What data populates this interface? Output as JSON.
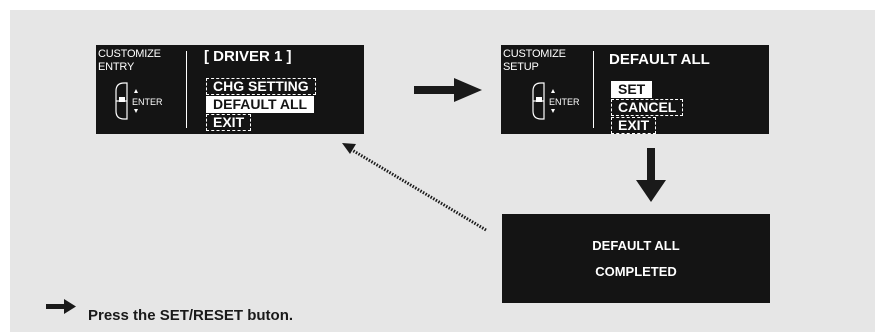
{
  "screen1": {
    "label_line1": "CUSTOMIZE",
    "label_line2": "ENTRY",
    "enter_label": "ENTER",
    "heading": "[ DRIVER 1 ]",
    "items": [
      "CHG SETTING",
      "DEFAULT ALL",
      "EXIT"
    ],
    "selected_index": 1
  },
  "screen2": {
    "label_line1": "CUSTOMIZE",
    "label_line2": "SETUP",
    "enter_label": "ENTER",
    "heading": "DEFAULT ALL",
    "items": [
      "SET",
      "CANCEL",
      "EXIT"
    ],
    "selected_index": 0
  },
  "screen3": {
    "line1": "DEFAULT ALL",
    "line2": "COMPLETED"
  },
  "caption": "Press the SET/RESET buton.",
  "colors": {
    "panel_bg": "#e6e6e6",
    "screen_bg": "#141414",
    "arrow": "#1a1a1a"
  }
}
